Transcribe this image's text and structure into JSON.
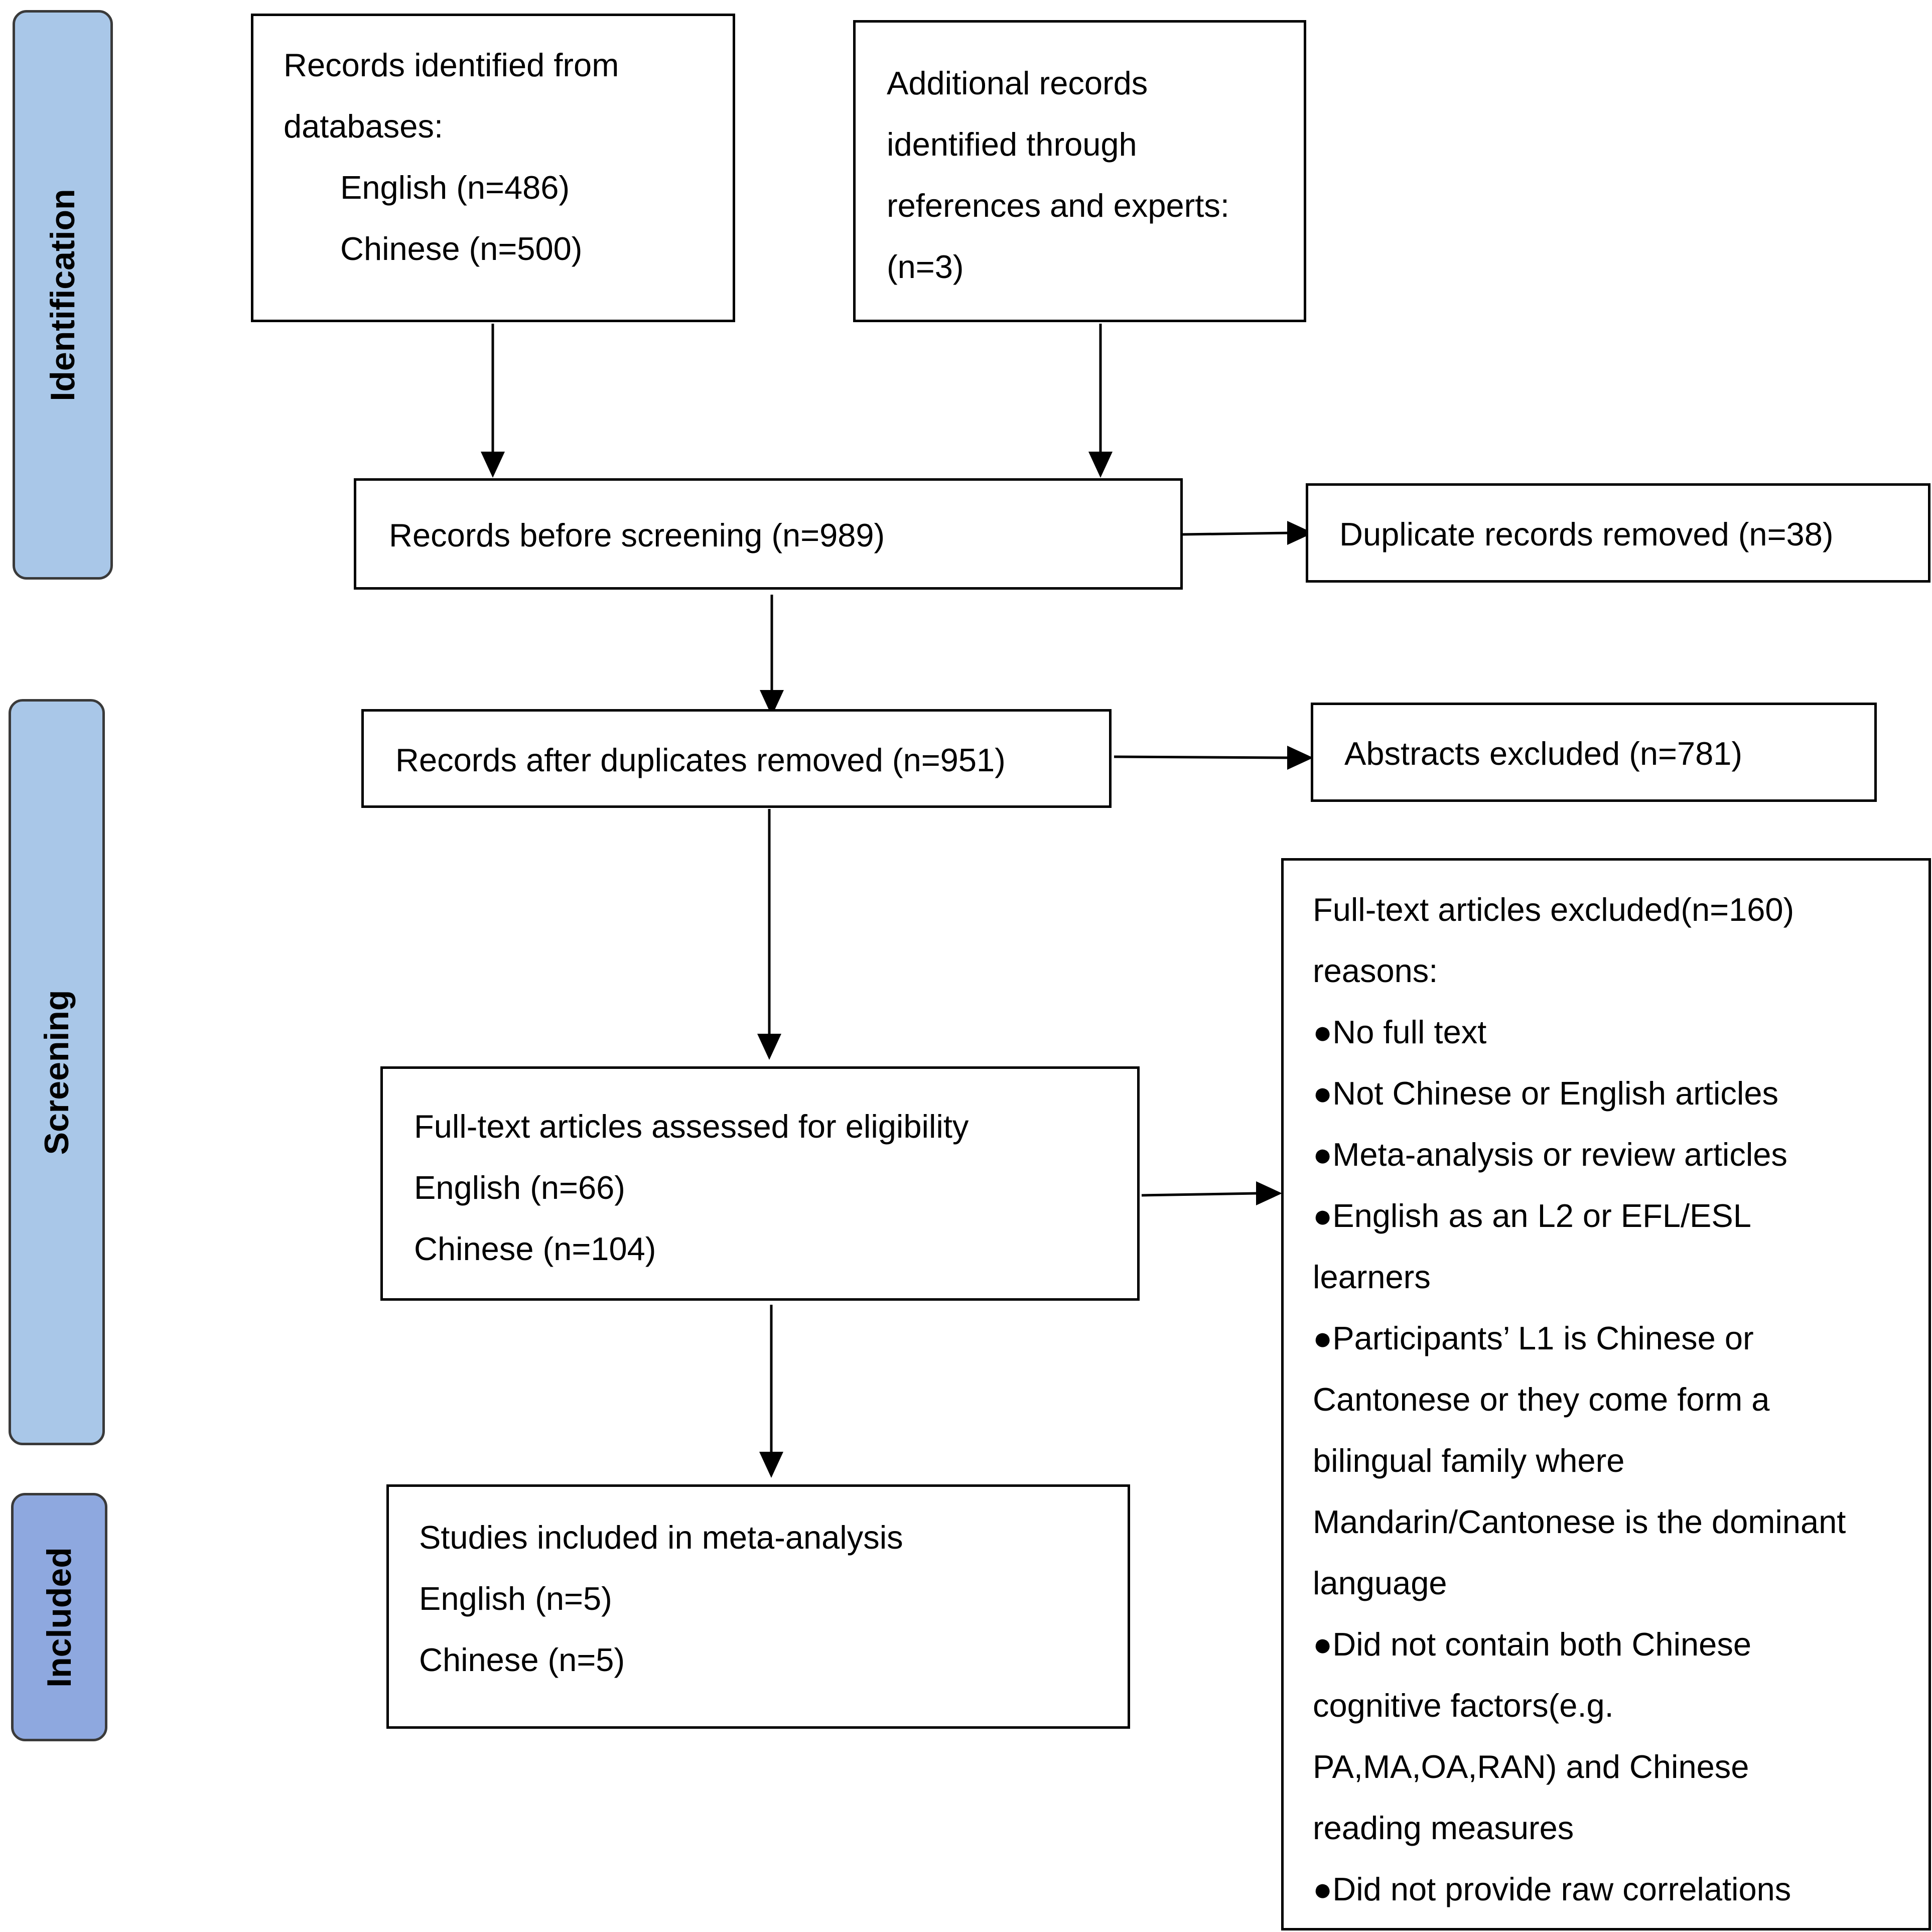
{
  "stages": {
    "identification": {
      "label": "Identification",
      "color": "#a9c7e8"
    },
    "screening": {
      "label": "Screening",
      "color": "#a9c7e8"
    },
    "included": {
      "label": "Included",
      "color": "#8ea8df"
    }
  },
  "boxes": {
    "records_identified": {
      "lines": [
        "Records identified from",
        "databases:",
        "English (n=486)",
        "Chinese (n=500)"
      ]
    },
    "additional_records": {
      "lines": [
        "Additional records",
        "identified through",
        "references and experts:",
        "(n=3)"
      ]
    },
    "records_before_screening": {
      "lines": [
        "Records before screening (n=989)"
      ]
    },
    "duplicates_removed": {
      "lines": [
        "Duplicate records removed (n=38)"
      ]
    },
    "after_duplicates": {
      "lines": [
        "Records after duplicates removed (n=951)"
      ]
    },
    "abstracts_excluded": {
      "lines": [
        "Abstracts excluded (n=781)"
      ]
    },
    "fulltext_assessed": {
      "lines": [
        "Full-text articles assessed for eligibility",
        "English (n=66)",
        "Chinese (n=104)"
      ]
    },
    "fulltext_excluded": {
      "lines": [
        "Full-text articles excluded(n=160)",
        "reasons:",
        "●No full text",
        "●Not Chinese or English articles",
        "●Meta-analysis or review articles",
        "●English as an L2 or EFL/ESL",
        "learners",
        "●Participants’ L1 is Chinese or",
        "Cantonese or they come form a",
        "bilingual family where",
        "Mandarin/Cantonese is the dominant",
        "language",
        "●Did not contain both Chinese",
        "cognitive factors(e.g.",
        "PA,MA,OA,RAN) and Chinese",
        "reading measures",
        "●Did not provide raw correlations"
      ]
    },
    "studies_included": {
      "lines": [
        "Studies included in meta-analysis",
        "English (n=5)",
        "Chinese (n=5)"
      ]
    }
  }
}
